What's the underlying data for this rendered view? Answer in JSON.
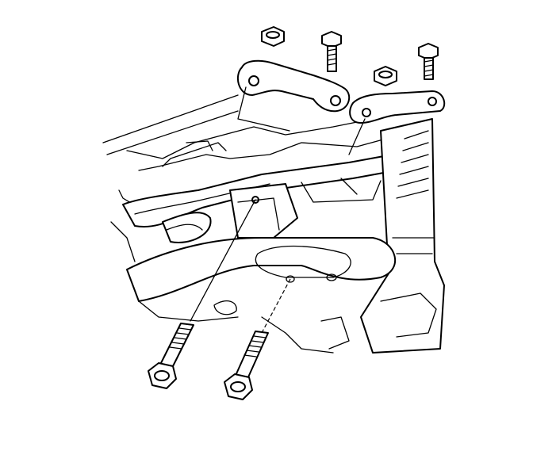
{
  "figure": {
    "kind": "exploded-view line illustration",
    "parts": [
      "left-upper-bracket",
      "right-upper-bracket",
      "bracket-nut-left",
      "bracket-bolt-left",
      "bracket-nut-right",
      "bracket-bolt-right",
      "long-bolt-left",
      "long-bolt-right",
      "crossmember",
      "transmission-housing"
    ]
  }
}
